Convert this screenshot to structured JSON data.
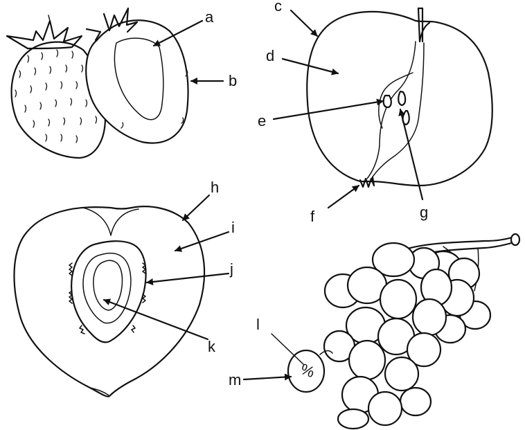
{
  "labels": {
    "a": "a",
    "b": "b",
    "c": "c",
    "d": "d",
    "e": "e",
    "f": "f",
    "g": "g",
    "h": "h",
    "i": "i",
    "j": "j",
    "k": "k",
    "l": "l",
    "m": "m"
  },
  "seed_mark": "%",
  "colors": {
    "ink": "#111111",
    "background": "#ffffff"
  }
}
